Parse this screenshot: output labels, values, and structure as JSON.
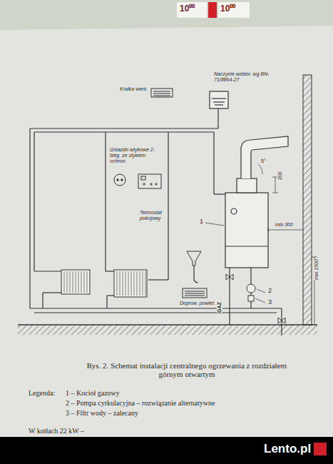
{
  "diagram": {
    "caption": "Rys. 2. Schemat instalacji centralnego ogrzewania z rozdziałem górnym otwartym",
    "nodes": [
      {
        "text": [
          "Naczynie wzbior. wg BN-71/8864-27"
        ]
      },
      {
        "text": [
          "Kratka went."
        ]
      },
      {
        "text": [
          "Gniazdo wtykowe 2-bieg. ze stykiem ochron."
        ]
      },
      {
        "text": [
          "Termostat pokojowy"
        ]
      },
      {
        "text": [
          "Doprow. powiet."
        ]
      }
    ],
    "labels": [
      "10⁰⁰",
      "10⁰⁰",
      "5°",
      "200",
      "1",
      "min 300",
      "GAZ",
      "2",
      "3",
      "min 1500",
      "Legenda:",
      "W kotłach 22 kW –",
      "Lento.pl"
    ],
    "legend": [
      {
        "text": "1 – Kocioł gazowy"
      },
      {
        "text": "2 – Pompa cyrkulacyjna – rozwiązanie alternatywne"
      },
      {
        "text": "3 – Filtr wody – zalecany"
      }
    ]
  }
}
